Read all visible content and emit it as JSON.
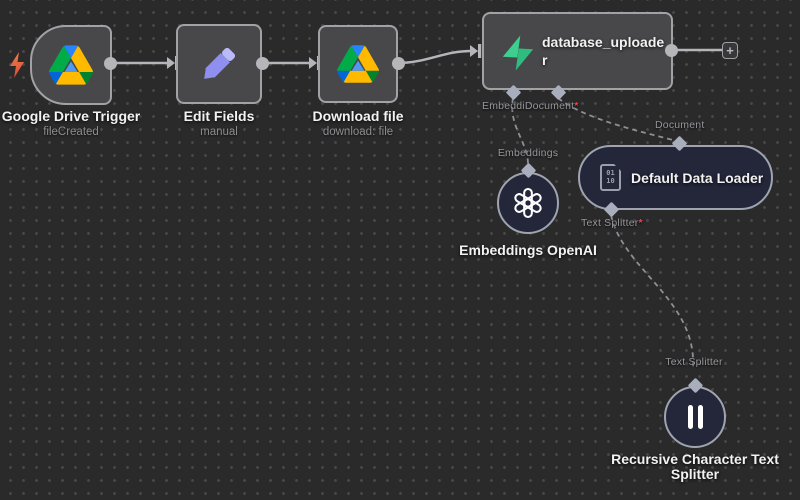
{
  "app": {
    "name": "workflow-canvas"
  },
  "nodes": {
    "google_drive_trigger": {
      "title": "Google Drive Trigger",
      "subtitle": "fileCreated",
      "icon": "google-drive-icon"
    },
    "edit_fields": {
      "title": "Edit Fields",
      "subtitle": "manual",
      "icon": "pencil-icon"
    },
    "download_file": {
      "title": "Download file",
      "subtitle": "download: file",
      "icon": "google-drive-icon"
    },
    "database_uploader": {
      "title": "database_uploader",
      "icon": "supabase-icon"
    },
    "embeddings_openai": {
      "title": "Embeddings OpenAI",
      "icon": "openai-icon"
    },
    "default_data_loader": {
      "title": "Default Data Loader",
      "icon": "binary-document-icon"
    },
    "recursive_text_splitter": {
      "title": "Recursive Character Text Splitter",
      "icon": "pause-bars-icon"
    }
  },
  "ports": {
    "embedding_document_overlap": "EmbeddiDocument",
    "required_marker": "*",
    "embeddings": "Embeddings",
    "document": "Document",
    "text_splitter": "Text Splitter"
  },
  "icons": {
    "binary_doc_lines": [
      "01",
      "10"
    ]
  },
  "add_button_label": "+",
  "colors": {
    "canvas_bg": "#2a2a2b",
    "node_fill": "#48484b",
    "subnode_fill": "#24263a",
    "node_border": "#a2a2a6",
    "accent_green": "#3ecf8e",
    "pencil_purple": "#8e8fee",
    "required_red": "#e5484d",
    "trigger_bolt_red": "#e0543c"
  }
}
